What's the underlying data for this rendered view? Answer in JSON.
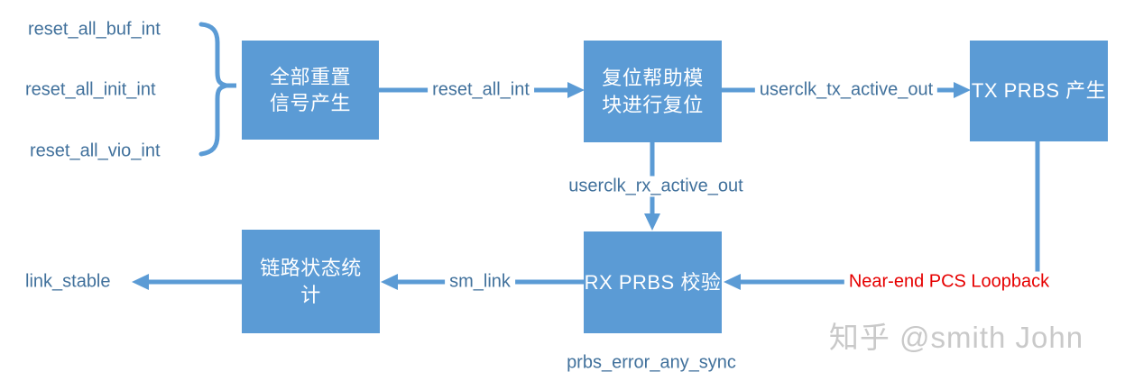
{
  "colors": {
    "block_fill": "#5b9bd5",
    "connector": "#5b9bd5",
    "signal_text": "#41719c",
    "block_text": "#ffffff",
    "loopback_text": "#e60000",
    "watermark_text": "#c9c9c9"
  },
  "diagram": {
    "input_signals": [
      {
        "label": "reset_all_buf_int"
      },
      {
        "label": "reset_all_init_int"
      },
      {
        "label": "reset_all_vio_int"
      }
    ],
    "blocks": [
      {
        "id": "reset-signal-gen",
        "label": "全部重置\n信号产生"
      },
      {
        "id": "reset-helper",
        "label": "复位帮助模\n块进行复位"
      },
      {
        "id": "tx-prbs-gen",
        "label": "TX PRBS 产生"
      },
      {
        "id": "link-status-stats",
        "label": "链路状态统\n计"
      },
      {
        "id": "rx-prbs-check",
        "label": "RX PRBS 校验"
      }
    ],
    "signals": {
      "reset_all_int": "reset_all_int",
      "userclk_tx_active_out": "userclk_tx_active_out",
      "userclk_rx_active_out": "userclk_rx_active_out",
      "sm_link": "sm_link",
      "link_stable": "link_stable",
      "near_end_pcs_loopback": "Near-end PCS Loopback",
      "prbs_error_any_sync": "prbs_error_any_sync"
    },
    "watermark": "知乎 @smith John"
  }
}
